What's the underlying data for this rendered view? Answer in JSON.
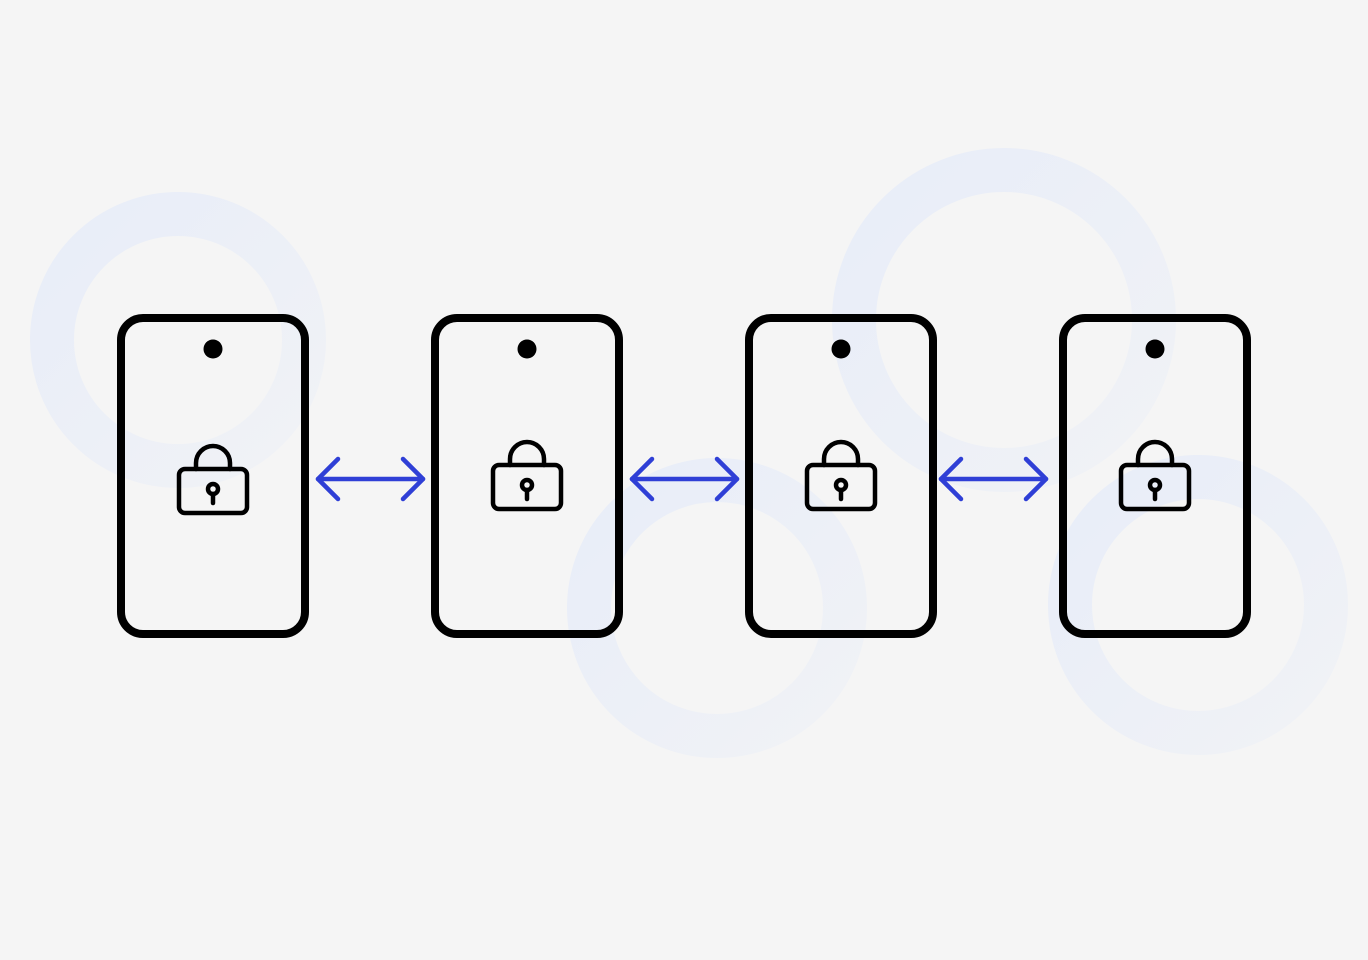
{
  "diagram": {
    "colors": {
      "background": "#f5f5f5",
      "ring": "#e8edf8",
      "phone": "#000000",
      "arrow": "#2f3fd6"
    },
    "nodes": [
      {
        "id": "phone-1",
        "icon": "lock-icon"
      },
      {
        "id": "phone-2",
        "icon": "lock-icon"
      },
      {
        "id": "phone-3",
        "icon": "lock-icon"
      },
      {
        "id": "phone-4",
        "icon": "lock-icon"
      }
    ],
    "edges": [
      {
        "from": "phone-1",
        "to": "phone-2",
        "type": "bidirectional-arrow"
      },
      {
        "from": "phone-2",
        "to": "phone-3",
        "type": "bidirectional-arrow"
      },
      {
        "from": "phone-3",
        "to": "phone-4",
        "type": "bidirectional-arrow"
      }
    ],
    "decorations": [
      {
        "type": "ring"
      },
      {
        "type": "ring"
      },
      {
        "type": "ring"
      },
      {
        "type": "ring"
      }
    ]
  }
}
